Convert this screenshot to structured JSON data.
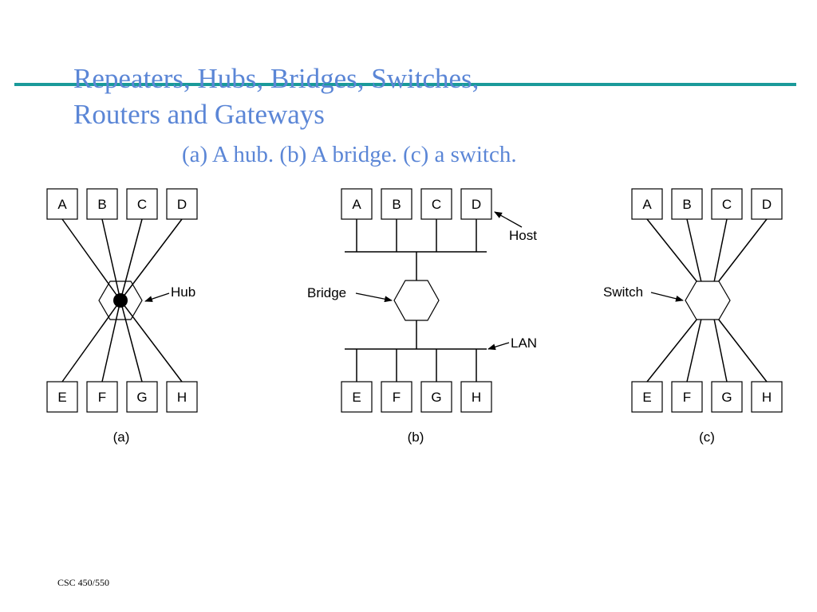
{
  "slide": {
    "title_line1": "Repeaters, Hubs, Bridges, Switches,",
    "title_line2": "Routers and Gateways",
    "subtitle": "(a) A hub.  (b) A bridge.  (c) a switch.",
    "footer": "CSC 450/550",
    "accent_color": "#5b86d6",
    "rule_color": "#1a9a9a"
  },
  "diagrams": {
    "a": {
      "caption": "(a)",
      "device_label": "Hub",
      "top_hosts": [
        "A",
        "B",
        "C",
        "D"
      ],
      "bottom_hosts": [
        "E",
        "F",
        "G",
        "H"
      ]
    },
    "b": {
      "caption": "(b)",
      "device_label": "Bridge",
      "host_label": "Host",
      "lan_label": "LAN",
      "top_hosts": [
        "A",
        "B",
        "C",
        "D"
      ],
      "bottom_hosts": [
        "E",
        "F",
        "G",
        "H"
      ]
    },
    "c": {
      "caption": "(c)",
      "device_label": "Switch",
      "top_hosts": [
        "A",
        "B",
        "C",
        "D"
      ],
      "bottom_hosts": [
        "E",
        "F",
        "G",
        "H"
      ]
    }
  }
}
